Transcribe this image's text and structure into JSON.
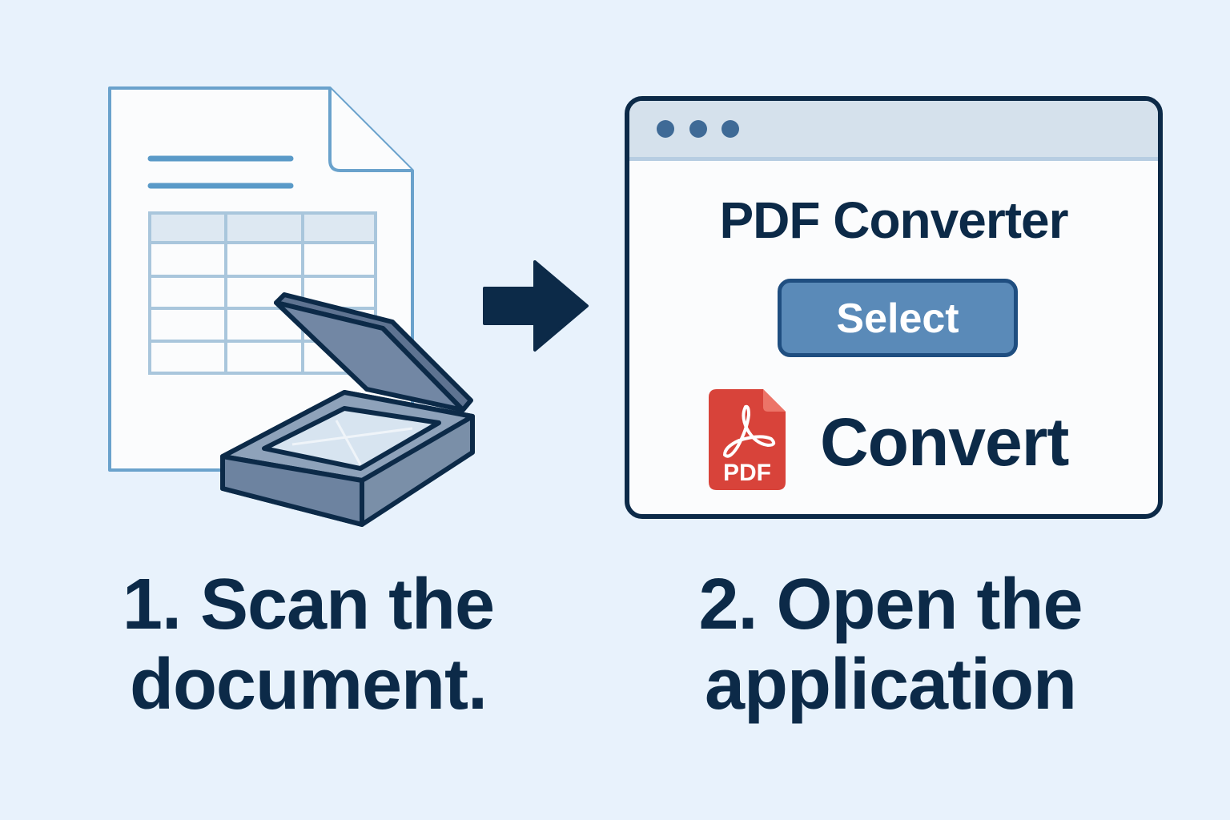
{
  "app_window": {
    "title": "PDF Converter",
    "select_label": "Select",
    "convert_label": "Convert",
    "pdf_icon_text": "PDF"
  },
  "steps": [
    {
      "line1": "1. Scan the",
      "line2": "document."
    },
    {
      "line1": "2. Open the",
      "line2": "application"
    }
  ],
  "colors": {
    "background": "#e8f2fc",
    "navy": "#0c2a48",
    "button": "#5a8ab8",
    "pdf_red": "#d8433a"
  }
}
